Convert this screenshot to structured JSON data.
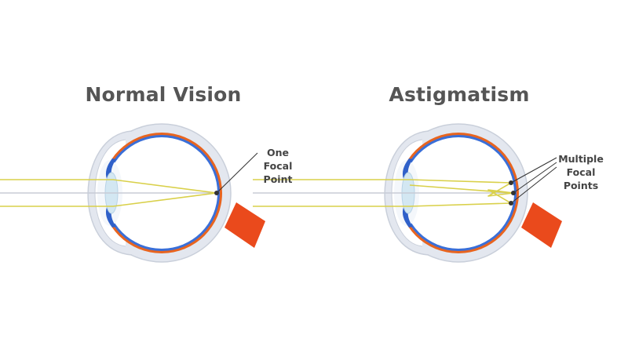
{
  "colors": {
    "sclera": "#e3e7ef",
    "sclera_outline": "#c9cfda",
    "choroid": "#e8641f",
    "retina": "#3a6fd8",
    "vitreous": "#ffffff",
    "lens": "#d3e7f2",
    "iris": "#2f60c9",
    "optic_nerve": "#ea4a1c",
    "light_ray": "#d9d04a",
    "optical_axis": "#c8ccd6",
    "focal_point": "#333333",
    "title_text": "#555555",
    "label_text": "#444444"
  },
  "diagrams": [
    {
      "id": "normal",
      "title": "Normal Vision",
      "label_lines": [
        "One",
        "Focal",
        "Point"
      ],
      "focal_point_count": 1
    },
    {
      "id": "astigmatism",
      "title": "Astigmatism",
      "label_lines": [
        "Multiple",
        "Focal",
        "Points"
      ],
      "focal_point_count": 3
    }
  ]
}
